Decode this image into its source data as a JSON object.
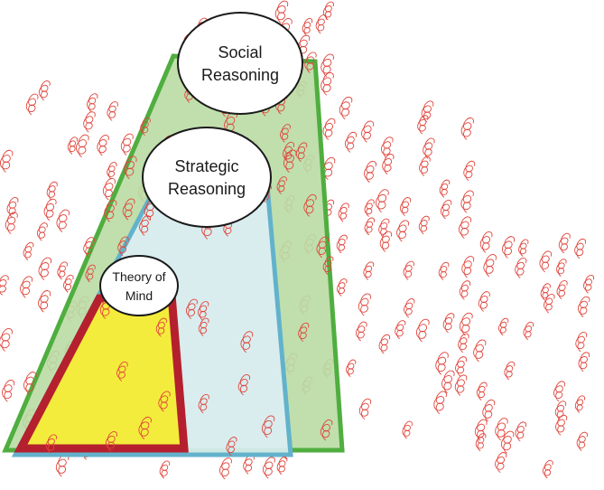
{
  "labels": {
    "social": [
      "Social",
      "Reasoning"
    ],
    "strategic": [
      "Strategic",
      "Reasoning"
    ],
    "theory": [
      "Theory of",
      "Mind"
    ]
  },
  "colors": {
    "social_fill": "#b9dca4",
    "social_border": "#4fae3f",
    "strategic_fill": "#dbeef6",
    "strategic_border": "#63b2cc",
    "theory_fill": "#f4ec3c",
    "theory_border": "#b5202e",
    "squiggle": "#e0453c",
    "ellipse_border": "#1a1a1a"
  },
  "icons": {
    "background_pattern": "red-squiggle-icon"
  }
}
